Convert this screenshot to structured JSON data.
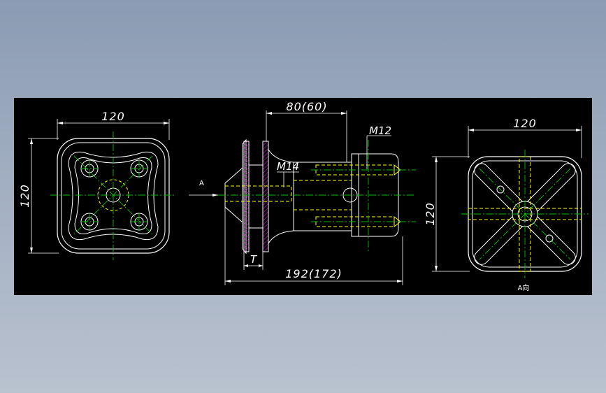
{
  "drawing": {
    "left_view": {
      "width_label": "120",
      "height_label": "120"
    },
    "side_view": {
      "top_label": "80(60)",
      "bottom_label": "192(172)",
      "thread_small": "M12",
      "thread_large": "M14",
      "thickness_label": "T",
      "arrow_label": "A"
    },
    "right_view": {
      "width_label": "120",
      "height_label": "120",
      "caption": "A向"
    }
  },
  "colors": {
    "background": "#000000",
    "outline": "#ffffff",
    "centerline": "#00c000",
    "hidden": "#ffff00",
    "section": "#ff00ff"
  }
}
